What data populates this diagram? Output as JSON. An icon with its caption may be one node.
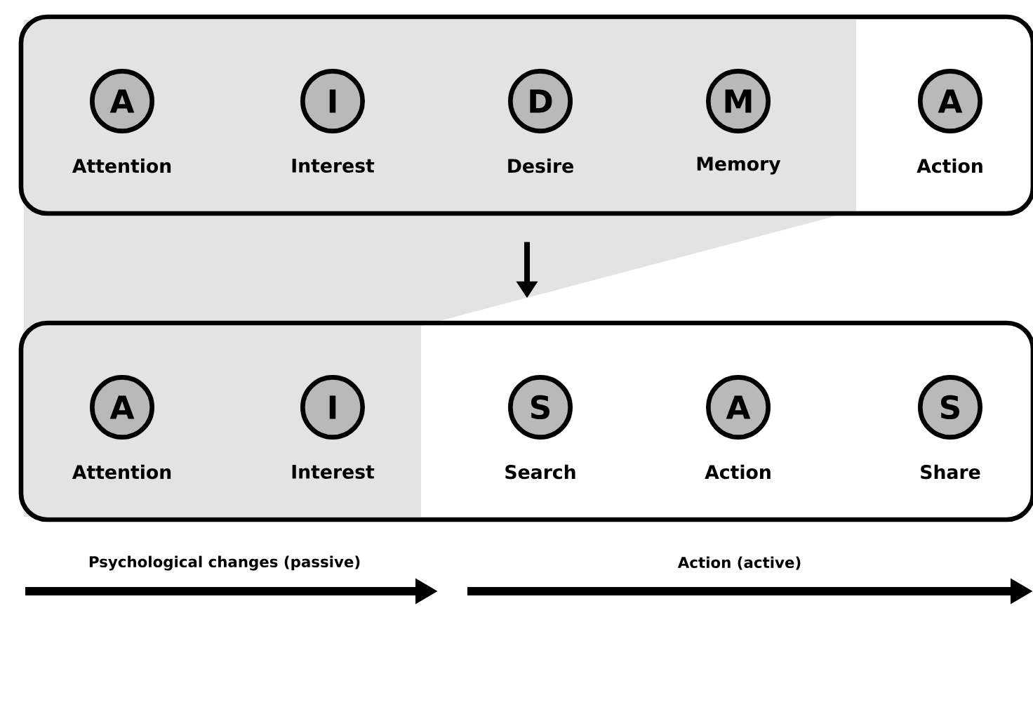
{
  "diagram": {
    "nodes": [
      {
        "text": [],
        "shape": "box"
      },
      {
        "text": [
          "A"
        ],
        "beside": [
          "Attention"
        ],
        "in": 0
      },
      {
        "text": [
          "I"
        ],
        "beside": [
          "Interest"
        ],
        "in": 0
      },
      {
        "text": [
          "D"
        ],
        "beside": [
          "Desire"
        ],
        "in": 0
      },
      {
        "text": [
          "M"
        ],
        "beside": [
          "Memory"
        ],
        "in": 0
      },
      {
        "text": [
          "A"
        ],
        "beside": [
          "Action"
        ],
        "in": 0
      },
      {
        "text": [],
        "shape": "box"
      },
      {
        "text": [
          "A"
        ],
        "beside": [
          "Attention"
        ],
        "in": 6
      },
      {
        "text": [
          "I"
        ],
        "beside": [
          "Interest"
        ],
        "in": 6
      },
      {
        "text": [
          "S"
        ],
        "beside": [
          "Search"
        ],
        "in": 6
      },
      {
        "text": [
          "A"
        ],
        "beside": [
          "Action"
        ],
        "in": 6
      },
      {
        "text": [
          "S"
        ],
        "beside": [
          "Share"
        ],
        "in": 6
      }
    ],
    "edges": [
      {
        "from": 0,
        "to": 6,
        "arrow": "to"
      }
    ],
    "labels": [
      "Psychological changes (passive)",
      "Action (active)"
    ]
  }
}
